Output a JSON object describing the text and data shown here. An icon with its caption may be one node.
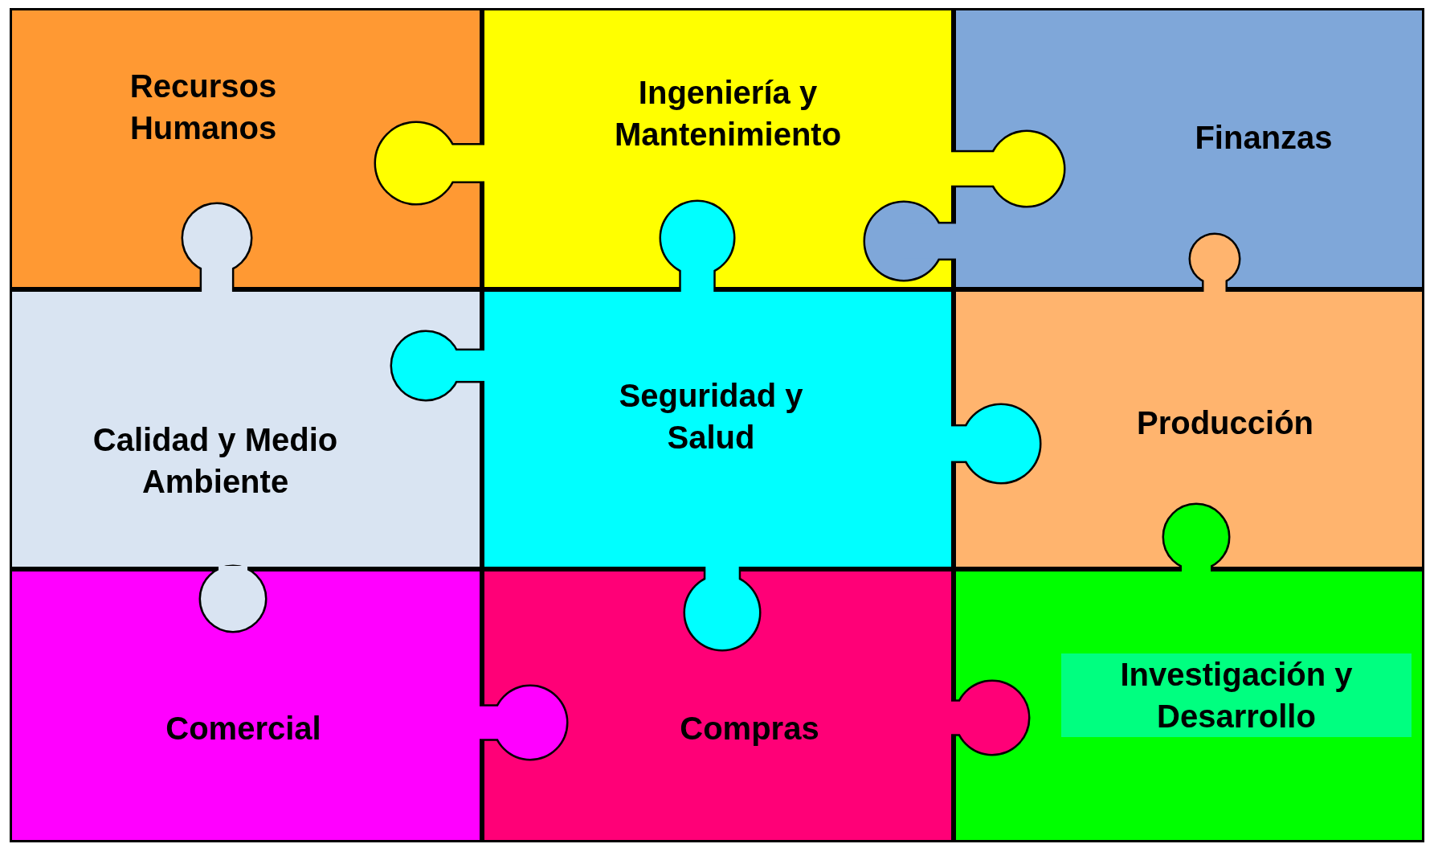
{
  "diagram": {
    "nodes": [
      {
        "text": [
          "Recursos Humanos"
        ]
      },
      {
        "text": [
          "Ingeniería y Mantenimiento"
        ]
      },
      {
        "text": [
          "Finanzas"
        ]
      },
      {
        "text": [
          "Calidad y Medio Ambiente"
        ]
      },
      {
        "text": [
          "Seguridad y Salud"
        ]
      },
      {
        "text": [
          "Producción"
        ]
      },
      {
        "text": [
          "Comercial"
        ]
      },
      {
        "text": [
          "Compras"
        ]
      },
      {
        "text": [
          "Investigación y Desarrollo"
        ]
      }
    ]
  }
}
